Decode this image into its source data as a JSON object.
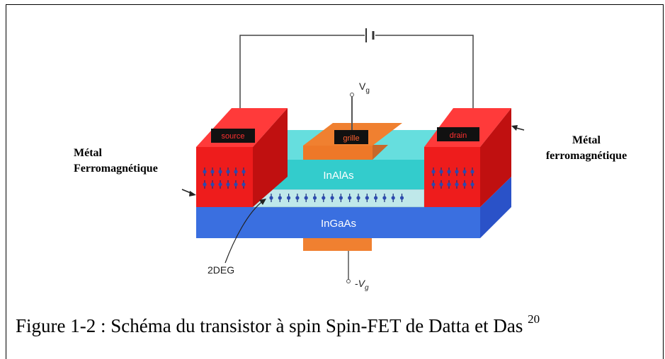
{
  "diagram": {
    "gate_voltage": "V",
    "gate_voltage_sub": "g",
    "back_gate_voltage_prefix": "-",
    "back_gate_voltage": "V",
    "back_gate_voltage_sub": "g",
    "source_label": "source",
    "gate_label": "grille",
    "drain_label": "drain",
    "top_layer_label": "InAlAs",
    "substrate_label": "InGaAs",
    "channel_label": "2DEG",
    "left_side_label_line1": "Métal",
    "left_side_label_line2": "Ferromagnétique",
    "right_side_label_line1": "Métal",
    "right_side_label_line2": "ferromagnétique"
  },
  "caption": {
    "text": "Figure 1-2 : Schéma du transistor à spin Spin-FET de Datta et Das ",
    "reference": "20"
  },
  "colors": {
    "metal_red": "#ee1c1c",
    "gate_orange": "#f08030",
    "inalas_cyan": "#33cccc",
    "channel_lightblue": "#bfe8ea",
    "ingaas_blue": "#3a6fe0",
    "label_box": "#111111",
    "spin_dot": "#2c4ab0"
  }
}
